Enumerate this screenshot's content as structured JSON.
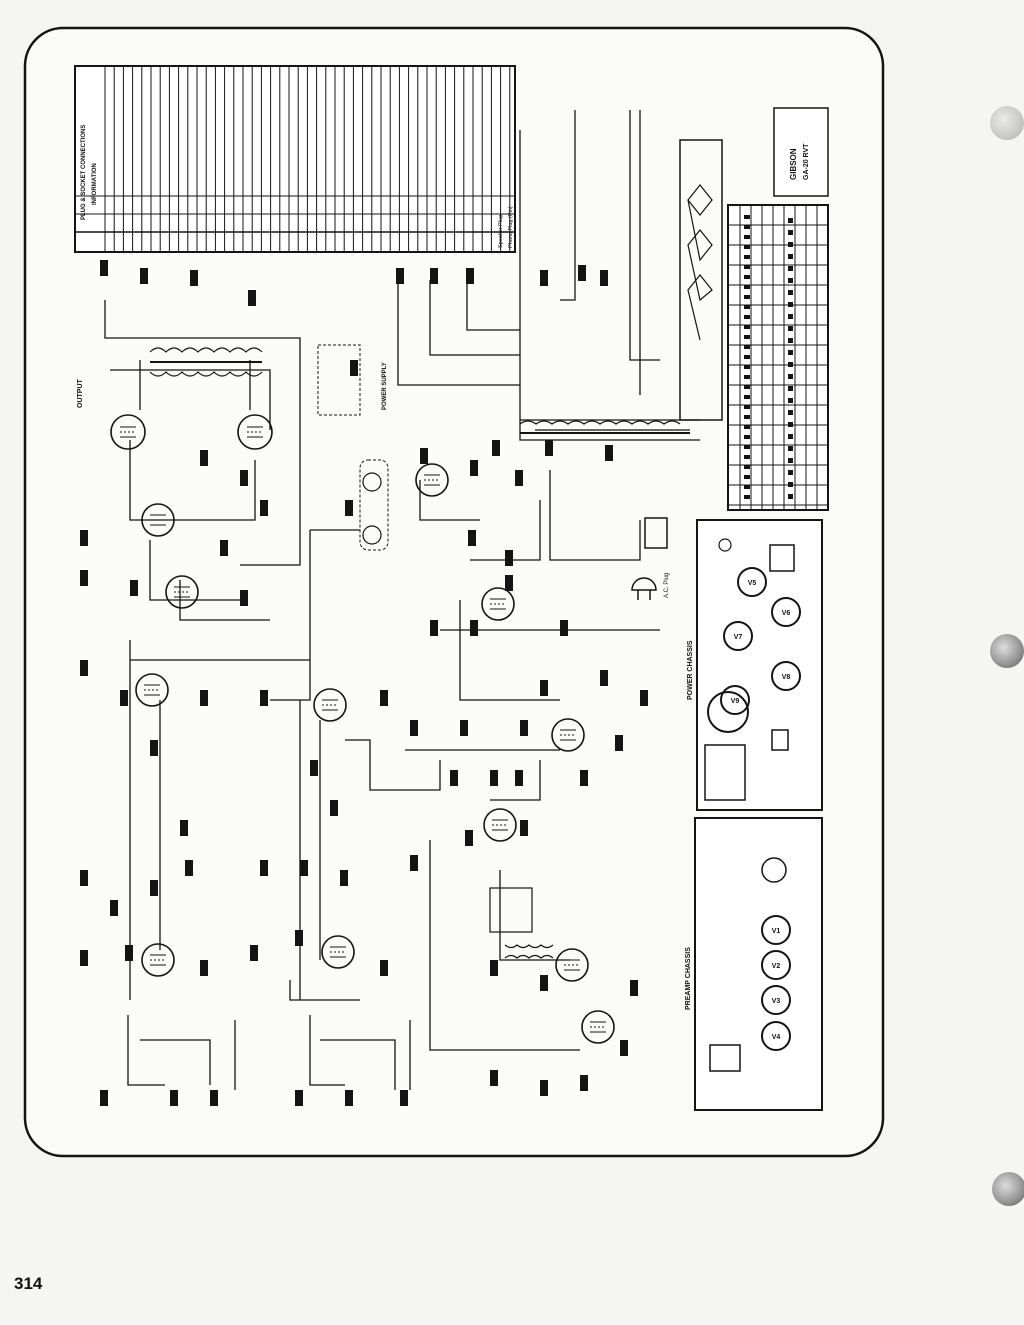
{
  "page": {
    "number": "314"
  },
  "plug_table": {
    "title": "PLUG & SOCKET CONNECTIONS",
    "subtitle": "INFORMATION",
    "bottom_labels": [
      "Speaker Plug",
      "Phono Plug (Pin)"
    ]
  },
  "sections": {
    "output": "OUTPUT",
    "power_supply": "POWER SUPPLY",
    "power_chassis": "POWER CHASSIS",
    "preamp_chassis": "PREAMP CHASSIS",
    "ac_plug": "A.C. Plug"
  },
  "brand_box": {
    "line1": "GIBSON",
    "line2": "GA-20 RVT"
  },
  "power_chassis_tubes": [
    "V5",
    "V6",
    "V7",
    "V8",
    "V9"
  ],
  "preamp_chassis_tubes": [
    "V1",
    "V2",
    "V3",
    "V4"
  ],
  "colors": {
    "ink": "#141414",
    "paper": "#f5f5f3"
  }
}
